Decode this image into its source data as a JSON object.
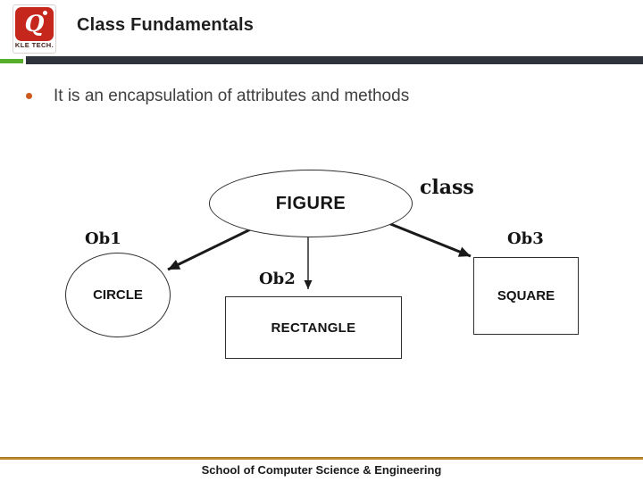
{
  "logo": {
    "glyph": "Q",
    "caption": "KLE TECH."
  },
  "header": {
    "title": "Class Fundamentals"
  },
  "content": {
    "bullet_text": "It is an encapsulation of attributes and methods"
  },
  "diagram": {
    "annotation": "class",
    "root_label": "FIGURE",
    "objects": [
      {
        "ref": "Ob1",
        "label": "CIRCLE",
        "shape": "ellipse"
      },
      {
        "ref": "Ob2",
        "label": "RECTANGLE",
        "shape": "rectangle"
      },
      {
        "ref": "Ob3",
        "label": "SQUARE",
        "shape": "rectangle"
      }
    ]
  },
  "footer": {
    "text": "School of Computer Science & Engineering"
  },
  "colors": {
    "logo_red": "#c5271d",
    "accent_green": "#57ae2d",
    "bar_dark": "#2e333c",
    "bullet_orange": "#cf5a1e",
    "footer_gold": "#bd8c2f",
    "body_text": "#3f3f3f"
  }
}
